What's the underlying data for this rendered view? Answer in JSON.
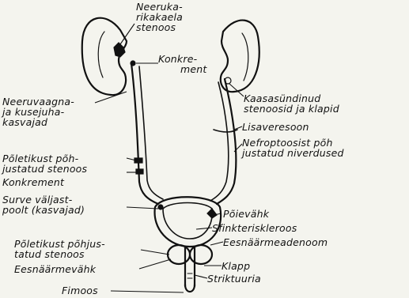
{
  "colors": {
    "background": "#f4f4ee",
    "ink": "#111111"
  },
  "labels": {
    "neerukarikakaela_stenoos": [
      "Neeruka-",
      "rikakaela",
      "stenoos"
    ],
    "konkrement_top": [
      "Konkre-",
      "ment"
    ],
    "neeruvaagna_kusejuhakasvajad": [
      "Neeruvaagna-",
      "ja kusejuha-",
      "kasvajad"
    ],
    "kaasasundinud_stenoosid": [
      "Kaasasündinud",
      "stenoosid ja klapid"
    ],
    "lisaveresoon": "Lisaveresoon",
    "nefroptoosist": [
      "Nefroptoosist põh",
      "justatud niverdused"
    ],
    "poletikust_stenoos_upper": [
      "Põletikust põh-",
      "justatud stenoos"
    ],
    "konkrement_mid": "Konkrement",
    "surve_valjast": [
      "Surve väljast-",
      "poolt (kasvajad)"
    ],
    "poievahk": "Põievähk",
    "sfinkteriskleroos": "Sfinkteriskleroos",
    "eesnaarmeadenoom": "Eesnäärmeadenoom",
    "poletikust_stenoos_lower": [
      "Põletikust põhjus-",
      "tatud stenoos"
    ],
    "klapp": "Klapp",
    "eesnaarmevahk": "Eesnäärmevähk",
    "striktuuria": "Striktuuria",
    "fimoos": "Fimoos"
  }
}
